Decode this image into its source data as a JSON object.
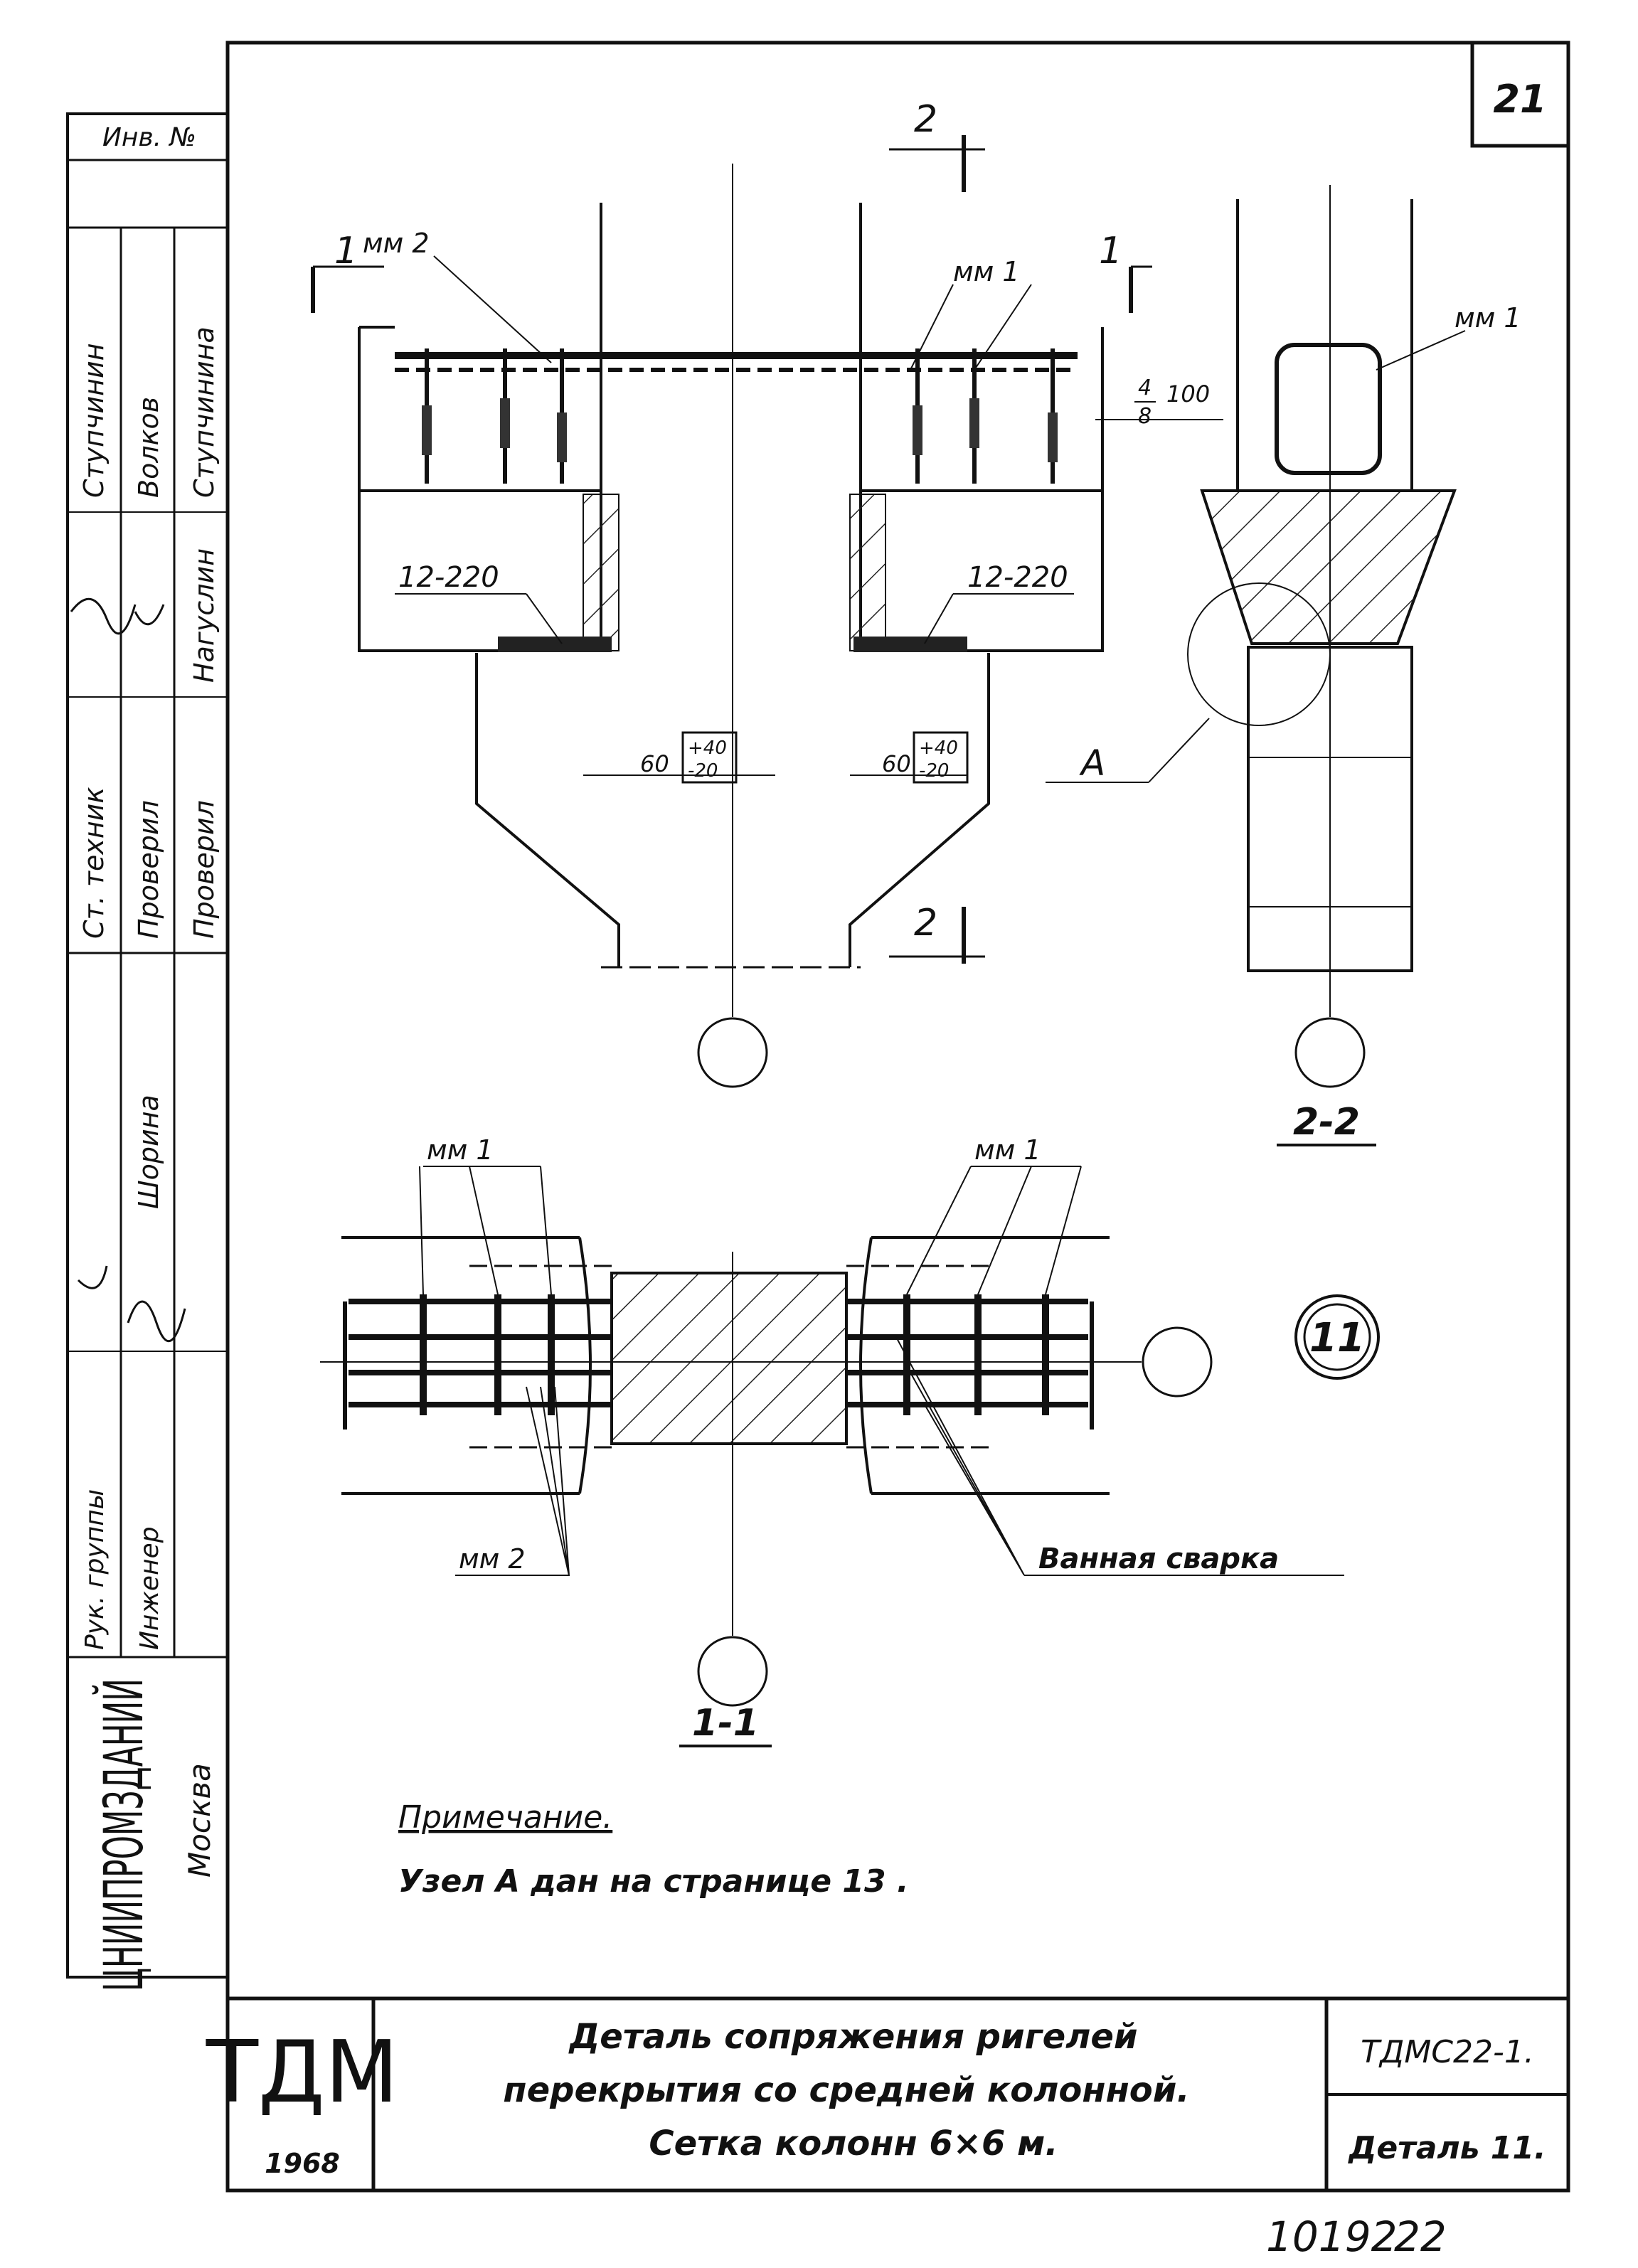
{
  "sheet": {
    "page_number": "21",
    "drawing_code": "ТДМС22-1.",
    "detail": "Деталь 11.",
    "archive_number": "10192",
    "archive_page": "22"
  },
  "title_block": {
    "logo": "ТДМ",
    "year": "1968",
    "title_line1": "Деталь сопряжения ригелей",
    "title_line2": "перекрытия со средней колонной.",
    "title_line3": "Сетка колонн 6×6 м."
  },
  "side_stamp": {
    "inv": "Инв. №",
    "rows": [
      {
        "role": "Ст. техник",
        "name": "Ступчинин"
      },
      {
        "role": "Проверил",
        "name": "Волков"
      },
      {
        "role": "Проверил",
        "name": "Ступчинина"
      },
      {
        "role": "",
        "name": "Шорина"
      },
      {
        "role": "",
        "name": "Нагуслин"
      },
      {
        "role": "Рук. группы",
        "name": ""
      },
      {
        "role": "Инженер",
        "name": ""
      }
    ],
    "org": "ЦНИИПРОМЗДАНИЙ",
    "city": "Москва"
  },
  "elevation": {
    "sect1_left": "1",
    "sect1_right": "1",
    "sect2_top": "2",
    "sect2_bottom": "2",
    "label_mm2": "мм 2",
    "label_mm1": "мм 1",
    "bar_frac_num": "4",
    "bar_frac_den": "8",
    "bar_spacing": "100",
    "plate_left": "12-220",
    "plate_right": "12-220",
    "dim_60_left": "60",
    "dim_60_right": "60",
    "tol_plus": "+40",
    "tol_minus": "-20"
  },
  "section22": {
    "label_mm1": "мм 1",
    "node": "А",
    "caption": "2-2"
  },
  "section11": {
    "label_mm1_left": "мм 1",
    "label_mm1_right": "мм 1",
    "label_mm2": "мм 2",
    "weld_label": "Ванная сварка",
    "caption": "1-1",
    "detail_marker": "11"
  },
  "note": {
    "heading": "Примечание.",
    "text": "Узел А дан на странице 13 ."
  }
}
